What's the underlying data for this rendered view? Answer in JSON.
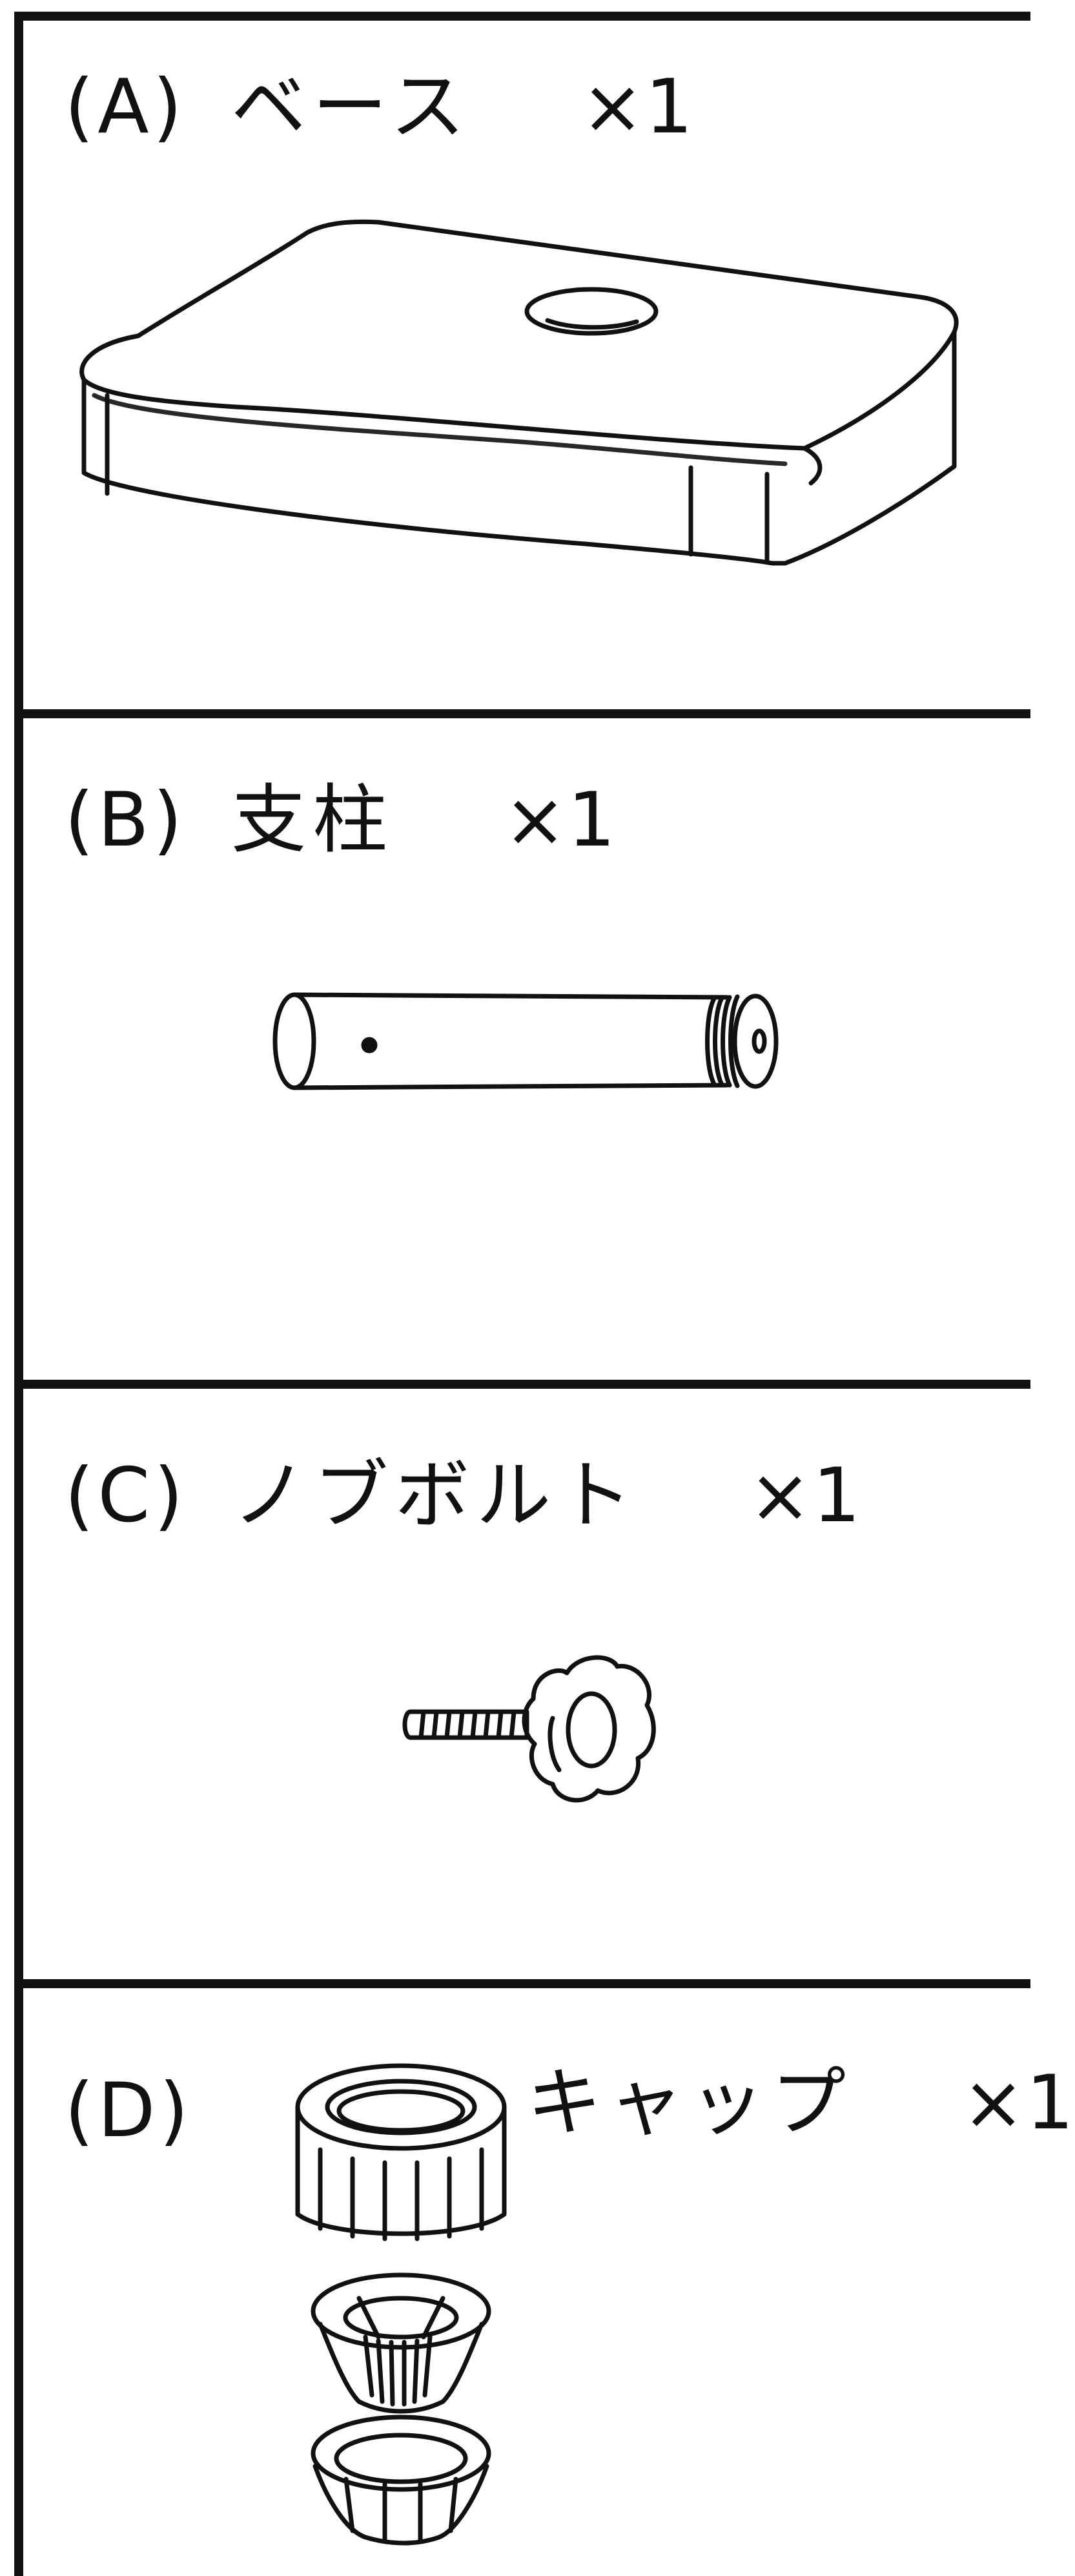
{
  "parts": [
    {
      "code": "(A)",
      "name": "ベース",
      "quantity": "×1",
      "icon": "base-plate-illustration"
    },
    {
      "code": "(B)",
      "name": "支柱",
      "quantity": "×1",
      "icon": "pole-tube-illustration"
    },
    {
      "code": "(C)",
      "name": "ノブボルト",
      "quantity": "×1",
      "icon": "knob-bolt-illustration"
    },
    {
      "code": "(D)",
      "name": "キャップ",
      "quantity": "×1",
      "icon": "cap-set-illustration"
    }
  ],
  "colors": {
    "line": "#111111",
    "background": "#ffffff"
  }
}
